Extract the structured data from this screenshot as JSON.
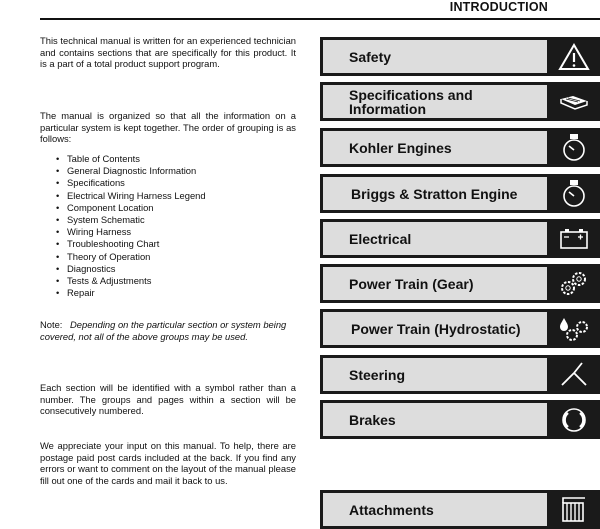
{
  "header": {
    "title": "INTRODUCTION"
  },
  "intro": {
    "p1": "This technical manual is written for an experienced technician and contains sections that are specifically for this product. It is a part of a total product support program.",
    "p2": "The manual is organized so that all the information on a particular system is kept together. The order of grouping is as follows:",
    "toc": [
      "Table of Contents",
      "General Diagnostic Information",
      "Specifications",
      "Electrical Wiring Harness Legend",
      "Component Location",
      "System Schematic",
      "Wiring Harness",
      "Troubleshooting Chart",
      "Theory of Operation",
      "Diagnostics",
      "Tests & Adjustments",
      "Repair"
    ],
    "note_label": "Note:",
    "note_text": "Depending on the particular section or system being covered, not all of the above groups may be used.",
    "p3": "Each section will be identified with a symbol rather than a number. The groups and pages within a section will be consecutively numbered.",
    "p4": "We appreciate your input on this manual. To help, there are postage paid post cards included at the back. If you find any errors or want to comment on the layout of the manual please fill out one of the cards and mail it back to us."
  },
  "sections": [
    {
      "label": "Safety",
      "icon": "warning-triangle-icon"
    },
    {
      "label": "Specifications and Information",
      "icon": "open-book-icon"
    },
    {
      "label": "Kohler Engines",
      "icon": "engine-gauge-icon"
    },
    {
      "label": "Briggs & Stratton Engine",
      "icon": "engine-gauge-icon"
    },
    {
      "label": "Electrical",
      "icon": "battery-icon"
    },
    {
      "label": "Power Train (Gear)",
      "icon": "gears-icon"
    },
    {
      "label": "Power Train (Hydrostatic)",
      "icon": "hydraulic-gears-icon"
    },
    {
      "label": "Steering",
      "icon": "steering-icon"
    },
    {
      "label": "Brakes",
      "icon": "brake-icon"
    },
    {
      "label": "Attachments",
      "icon": "attachment-icon"
    }
  ]
}
